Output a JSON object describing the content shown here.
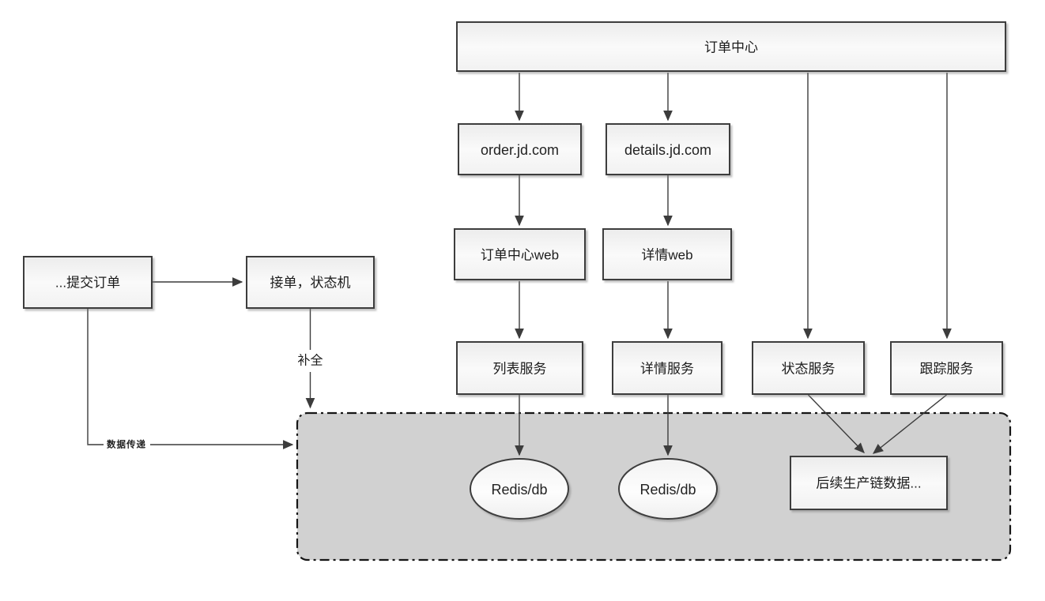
{
  "diagram": {
    "nodes": {
      "order_center": "订单中心",
      "order_jd": "order.jd.com",
      "details_jd": "details.jd.com",
      "order_center_web": "订单中心web",
      "details_web": "详情web",
      "list_service": "列表服务",
      "details_service": "详情服务",
      "status_service": "状态服务",
      "tracking_service": "跟踪服务",
      "redis_db_left": "Redis/db",
      "redis_db_right": "Redis/db",
      "followup_data": "后续生产链数据...",
      "submit_order": "...提交订单",
      "accept_order_state_machine": "接单，状态机"
    },
    "edge_labels": {
      "complete": "补全",
      "data_transfer": "数据传递"
    },
    "colors": {
      "background": "#ffffff",
      "node_border": "#3c3c3c",
      "node_fill_top": "#ededed",
      "node_fill_bottom": "#fbfbfb",
      "container_fill": "#d1d1d1",
      "container_border": "#161616",
      "arrow": "#3c3c3c",
      "label_text": "#1c1c1c"
    }
  }
}
